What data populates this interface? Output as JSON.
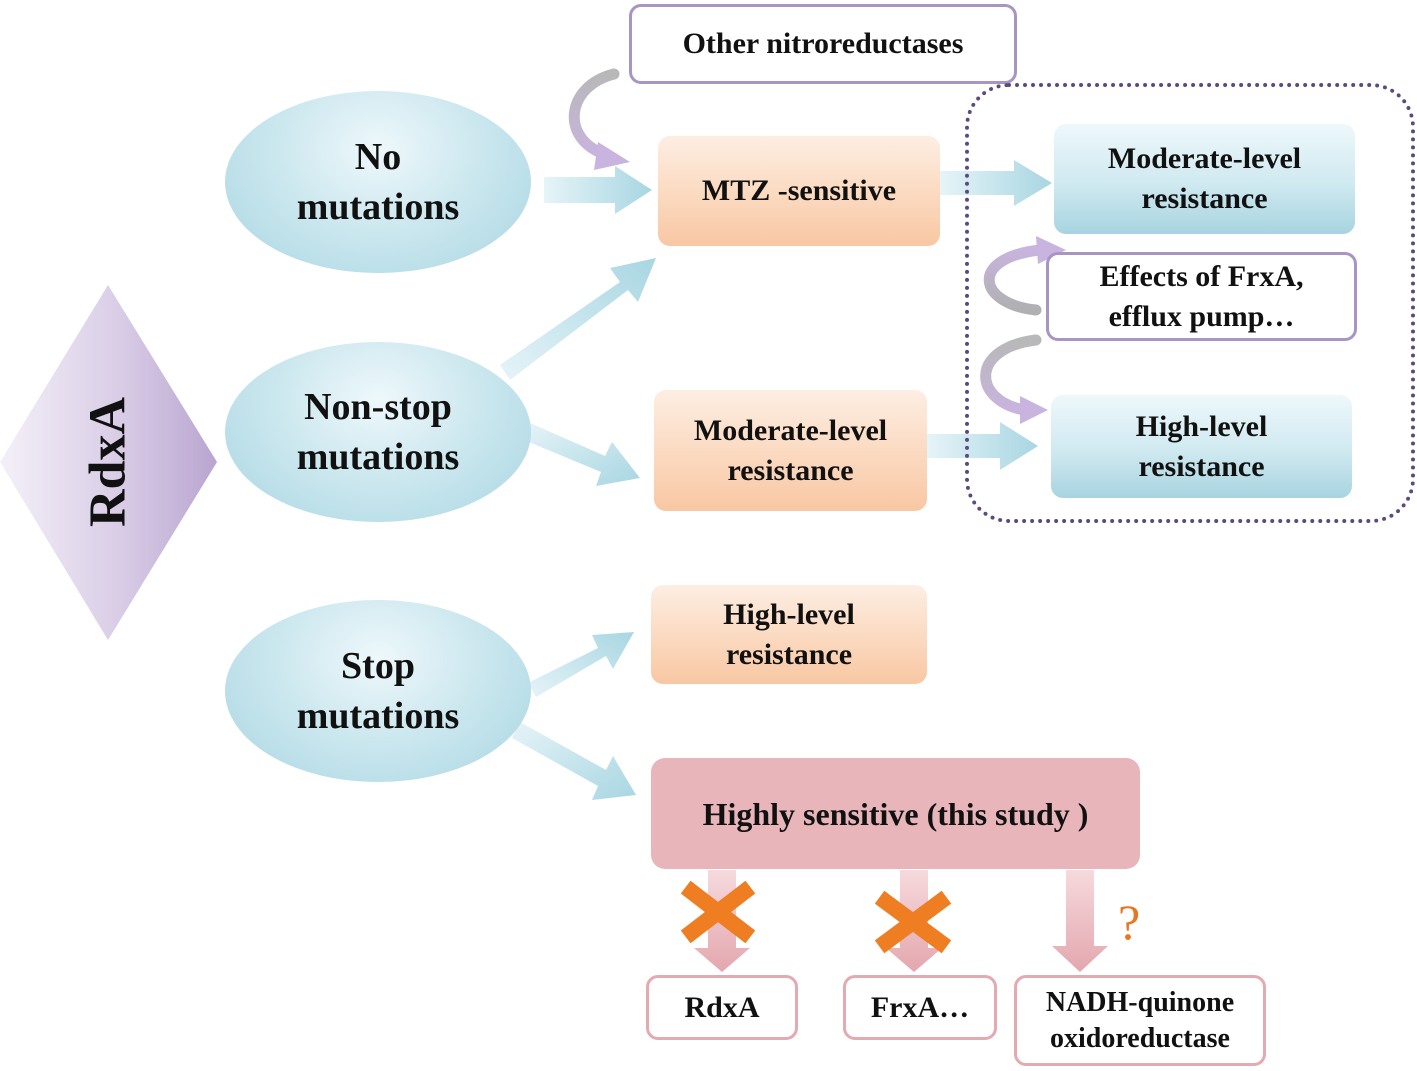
{
  "root": {
    "label": "RdxA"
  },
  "mutation_types": [
    {
      "line1": "No",
      "line2": "mutations"
    },
    {
      "line1": "Non-stop",
      "line2": "mutations"
    },
    {
      "line1": "Stop",
      "line2": "mutations"
    }
  ],
  "outcomes": {
    "other_nitroreductases": "Other nitroreductases",
    "mtz_sensitive": "MTZ -sensitive",
    "moderate_resistance": {
      "line1": "Moderate-level",
      "line2": "resistance"
    },
    "high_resistance": {
      "line1": "High-level",
      "line2": "resistance"
    },
    "highly_sensitive": "Highly sensitive (this study )"
  },
  "downstream": {
    "moderate_resistance": {
      "line1": "Moderate-level",
      "line2": "resistance"
    },
    "effects": {
      "line1": "Effects of FrxA,",
      "line2": "efflux pump…"
    },
    "high_resistance": {
      "line1": "High-level",
      "line2": "resistance"
    }
  },
  "targets": [
    {
      "label": "RdxA",
      "status": "blocked"
    },
    {
      "label": "FrxA…",
      "status": "blocked"
    },
    {
      "line1": "NADH-quinone",
      "line2": "oxidoreductase",
      "status": "unknown"
    }
  ],
  "unknown_mark": "?",
  "colors": {
    "oval": "#bfe1ea",
    "orange_box": "#fbd5b9",
    "blue_box": "#c4e4ec",
    "purple_outline": "#a995c2",
    "pink_fill": "#e8b6ba",
    "pink_outline": "#e3aab1",
    "cross": "#ef7d22",
    "dotted_border": "#5c4a7e",
    "diamond": "#c7b7d8"
  }
}
